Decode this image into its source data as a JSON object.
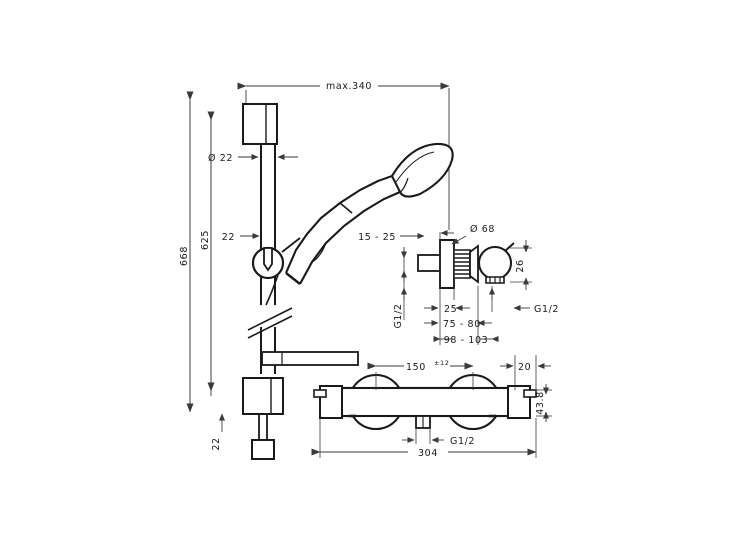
{
  "drawing": {
    "title": "shower-system-dimensional-drawing",
    "background_color": "#ffffff",
    "line_color": "#1a1a1a",
    "dimension_color": "#3a3a3a"
  },
  "dimensions": {
    "overall_reach": "max.340",
    "bar_diameter": "Ø 22",
    "bar_total_height": "668",
    "bracket_spacing": "625",
    "top_offset": "22",
    "bottom_offset": "22",
    "wall_offset_range": "15 - 25",
    "valve_flange_diameter": "Ø 68",
    "valve_height": "26",
    "valve_inlet_thread": "G1/2",
    "valve_outlet_thread": "G1/2",
    "valve_depth_25": "25",
    "valve_depth_range": "75 - 80",
    "valve_depth_total": "98 - 103",
    "thermostat_center_distance": "150",
    "thermostat_center_tolerance": "±12",
    "thermostat_end_offset": "20",
    "thermostat_body_height": "43.8",
    "thermostat_outlet_thread": "G1/2",
    "thermostat_overall_width": "304"
  },
  "parts": {
    "top_bracket": "top-wall-bracket",
    "shower_bar": "slide-bar",
    "slider_holder": "handshower-holder-ring",
    "handshower": "handshower",
    "bottom_bracket": "bottom-wall-bracket",
    "hose_fitting": "shower-hose-fitting",
    "angle_valve": "angle-valve-assembly",
    "thermostat": "thermostatic-mixer"
  }
}
